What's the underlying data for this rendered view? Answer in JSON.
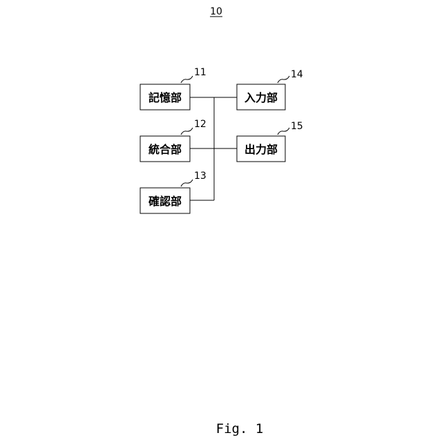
{
  "figure_number": "10",
  "caption": "Fig. 1",
  "blocks": {
    "storage": {
      "label": "記憶部",
      "ref": "11"
    },
    "integration": {
      "label": "統合部",
      "ref": "12"
    },
    "confirmation": {
      "label": "確認部",
      "ref": "13"
    },
    "input": {
      "label": "入力部",
      "ref": "14"
    },
    "output": {
      "label": "出力部",
      "ref": "15"
    }
  }
}
